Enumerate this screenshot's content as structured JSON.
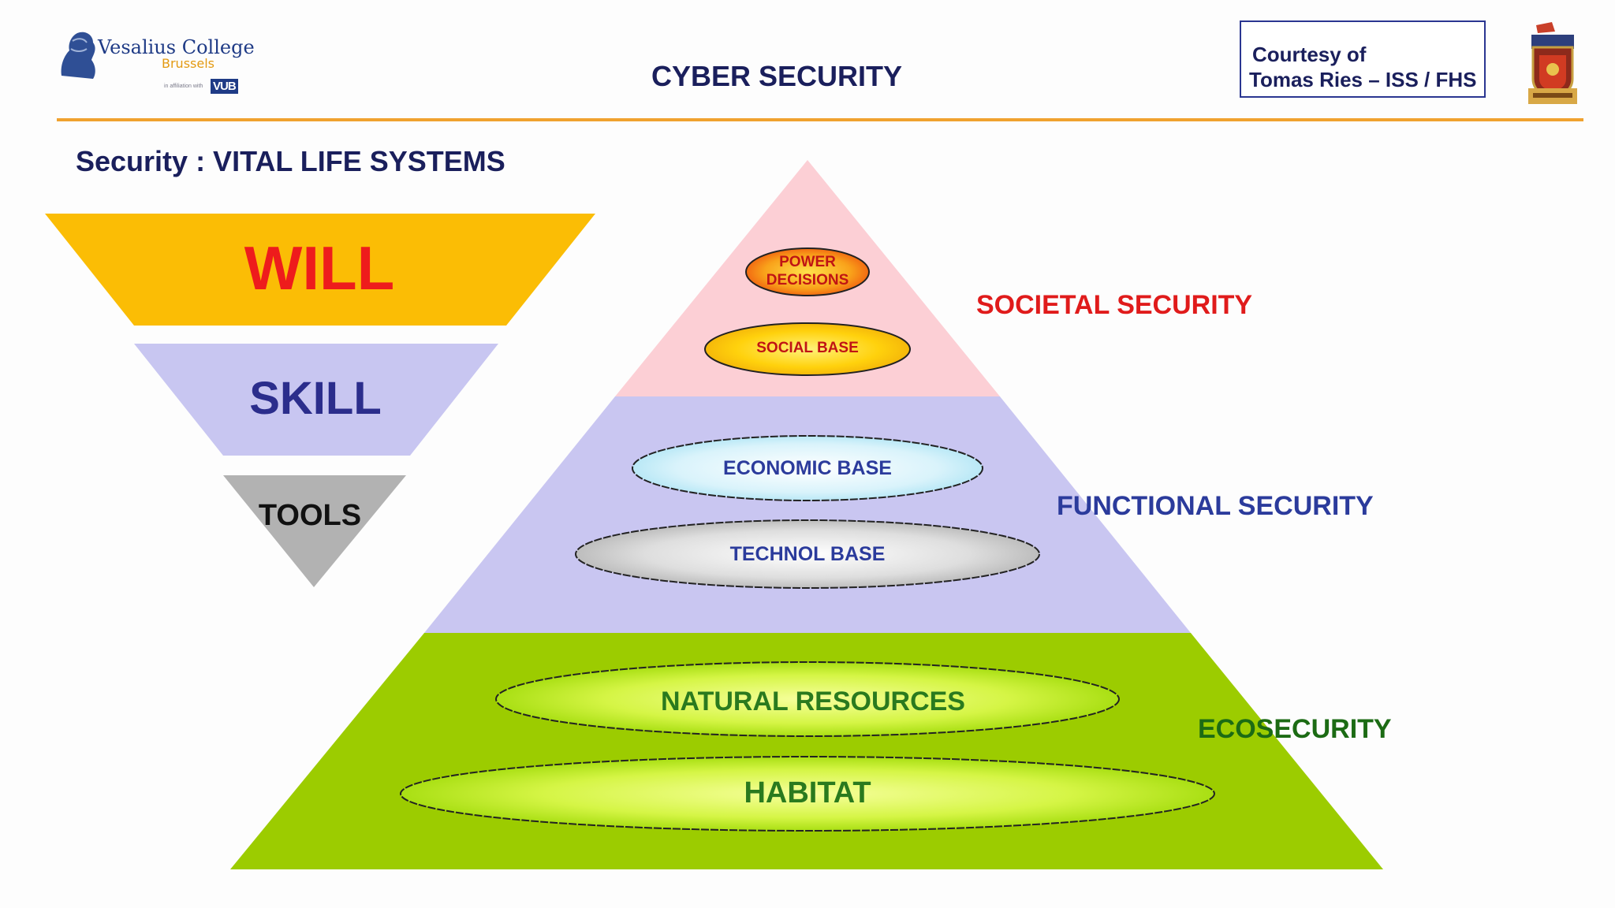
{
  "header": {
    "logo": {
      "name": "Vesalius College",
      "city": "Brussels",
      "affiliation": "in affiliation with",
      "partner": "VUB"
    },
    "title": "CYBER SECURITY",
    "courtesy": {
      "line1": "Courtesy of",
      "line2": "Tomas Ries – ISS / FHS"
    }
  },
  "subtitle": "Security : VITAL LIFE SYSTEMS",
  "inverted_pyramid": {
    "tiers": [
      {
        "label": "WILL",
        "color": "#fbbd05"
      },
      {
        "label": "SKILL",
        "color": "#c8c6f1"
      },
      {
        "label": "TOOLS",
        "color": "#b2b2b2"
      }
    ]
  },
  "pyramid": {
    "layers": [
      {
        "name": "SOCIETAL SECURITY",
        "fill": "#fccfd5",
        "label_color": "#e01b1b",
        "items": [
          "POWER DECISIONS",
          "SOCIAL BASE"
        ]
      },
      {
        "name": "FUNCTIONAL SECURITY",
        "fill": "#c9c6f1",
        "label_color": "#2b3b9c",
        "items": [
          "ECONOMIC BASE",
          "TECHNOL BASE"
        ]
      },
      {
        "name": "ECOSECURITY",
        "fill": "#9ccc00",
        "label_color": "#1c6b14",
        "items": [
          "NATURAL RESOURCES",
          "HABITAT"
        ]
      }
    ],
    "power_lines": [
      "POWER",
      "DECISIONS"
    ]
  },
  "colors": {
    "title_navy": "#1a1f5c",
    "rule_orange": "#f0a22f",
    "logo_blue": "#1f3b86"
  }
}
